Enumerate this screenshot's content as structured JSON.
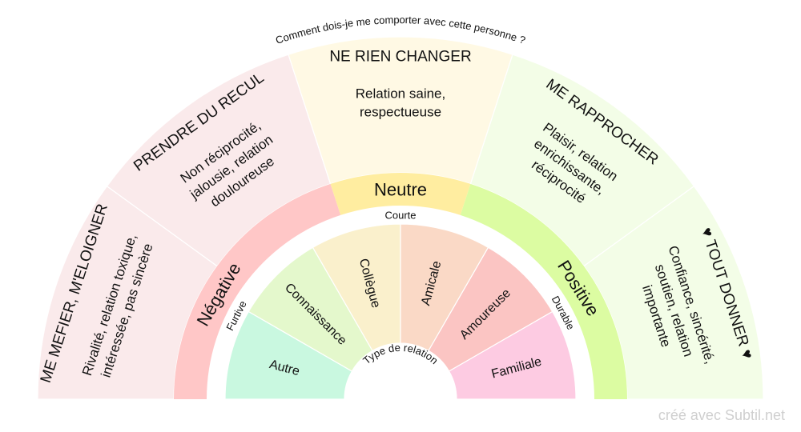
{
  "question": "Comment dois-je me comporter avec cette personne ?",
  "outer_sectors": [
    {
      "title": "ME MEFIER, M'ELOIGNER",
      "desc": [
        "Rivalité, relation toxique,",
        "intéressée, pas sincère"
      ],
      "color": "#faeaeb"
    },
    {
      "title": "PRENDRE DU RECUL",
      "desc": [
        "Non réciprocité,",
        "jalousie, relation",
        "douloureuse"
      ],
      "color": "#faeaeb"
    },
    {
      "title": "NE RIEN CHANGER",
      "desc": [
        "Relation saine,",
        "respectueuse"
      ],
      "color": "#fff9e4"
    },
    {
      "title": "ME RAPPROCHER",
      "desc": [
        "Plaisir, relation",
        "enrichissante,",
        "réciprocité"
      ],
      "color": "#f3fde7"
    },
    {
      "title": "♥ TOUT DONNER ♥",
      "desc": [
        "Confiance, sincérité,",
        "soutien, relation",
        "importante"
      ],
      "color": "#f3fde7"
    }
  ],
  "middle_sectors": [
    {
      "label": "Négative",
      "color": "#ffc7c7"
    },
    {
      "label": "Neutre",
      "color": "#ffeda0"
    },
    {
      "label": "Positive",
      "color": "#dcfca2"
    }
  ],
  "duration_labels": {
    "short": "Courte",
    "fleeting": "Furtive",
    "lasting": "Durable"
  },
  "inner_sectors": [
    {
      "label": "Autre",
      "color": "#c9f8e0"
    },
    {
      "label": "Connaissance",
      "color": "#e4f8cc"
    },
    {
      "label": "Collègue",
      "color": "#faf0cc"
    },
    {
      "label": "Amicale",
      "color": "#fad9c6"
    },
    {
      "label": "Amoureuse",
      "color": "#fbc5c3"
    },
    {
      "label": "Familiale",
      "color": "#fdcbe2"
    }
  ],
  "center_label": "Type de relation",
  "credit": "créé avec Subtil.net"
}
